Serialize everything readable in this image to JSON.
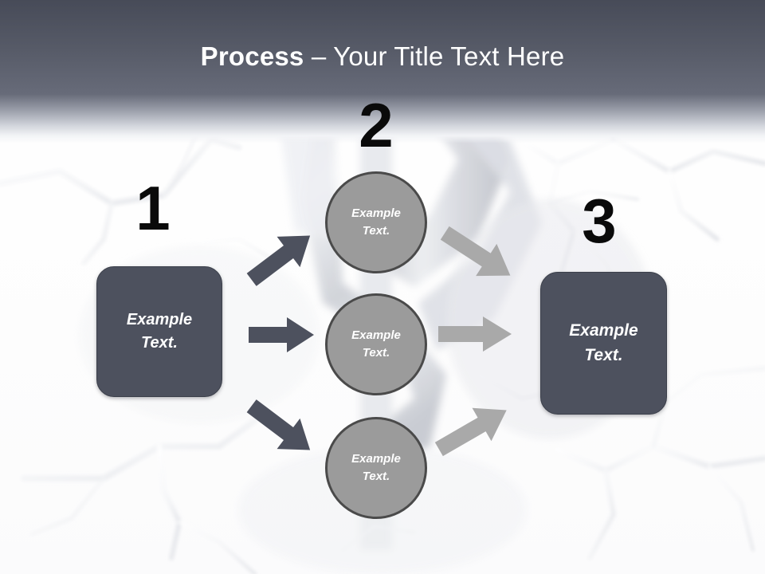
{
  "slide": {
    "title_bold": "Process",
    "title_rest": " – Your Title Text Here",
    "background_style": "cracked-wall-with-dollar-sign"
  },
  "colors": {
    "header_top": "#474b58",
    "header_bottom": "#676b79",
    "box_fill": "#4d515e",
    "box_border": "#3c404b",
    "circle_fill": "#9b9b9b",
    "circle_border": "#4a4a4a",
    "arrow_dark": "#4d515e",
    "arrow_light": "#a9a9a9",
    "number_color": "#0a0a0a",
    "text_on_shape": "#ffffff",
    "page_background": "#fdfdfd",
    "crack_shadow": "#d8d9de"
  },
  "steps": {
    "one": {
      "number": "1",
      "label": "Example\nText."
    },
    "two": {
      "number": "2"
    },
    "three": {
      "number": "3",
      "label": "Example\nText."
    }
  },
  "circles": [
    {
      "label": "Example\nText."
    },
    {
      "label": "Example\nText."
    },
    {
      "label": "Example\nText."
    }
  ],
  "arrows": [
    {
      "name": "arrow-left-to-top-circle",
      "direction": "up-right",
      "tone": "dark"
    },
    {
      "name": "arrow-left-to-middle-circle",
      "direction": "right",
      "tone": "dark"
    },
    {
      "name": "arrow-left-to-bottom-circle",
      "direction": "down-right",
      "tone": "dark"
    },
    {
      "name": "arrow-top-circle-to-right",
      "direction": "down-right",
      "tone": "light"
    },
    {
      "name": "arrow-middle-circle-to-right",
      "direction": "right",
      "tone": "light"
    },
    {
      "name": "arrow-bottom-circle-to-right",
      "direction": "up-right",
      "tone": "light"
    }
  ]
}
